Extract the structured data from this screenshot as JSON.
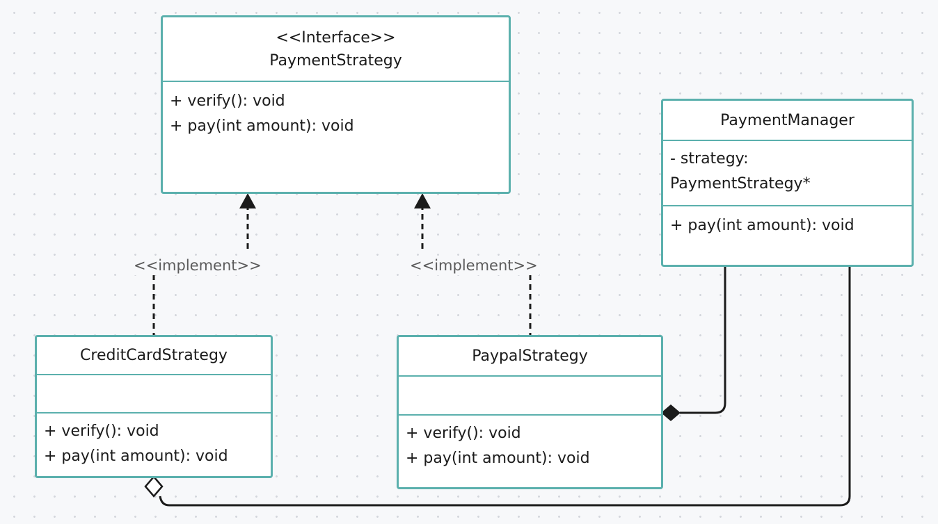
{
  "diagram": {
    "classes": {
      "payment_strategy": {
        "stereotype": "<<Interface>>",
        "name": "PaymentStrategy",
        "methods": [
          "+ verify(): void",
          "+ pay(int amount): void"
        ]
      },
      "payment_manager": {
        "name": "PaymentManager",
        "attributes": [
          "-  strategy:",
          "PaymentStrategy*"
        ],
        "methods": [
          "+ pay(int amount): void"
        ]
      },
      "credit_card_strategy": {
        "name": "CreditCardStrategy",
        "methods": [
          "+ verify(): void",
          "+ pay(int amount): void"
        ]
      },
      "paypal_strategy": {
        "name": "PaypalStrategy",
        "methods": [
          "+ verify(): void",
          "+ pay(int amount): void"
        ]
      }
    },
    "relations": {
      "credit_implements": "<<implement>>",
      "paypal_implements": "<<implement>>"
    },
    "colors": {
      "box_border": "#5bb0ad",
      "connector": "#1b1b1b",
      "label_text": "#5c5c5c",
      "background": "#f7f8fa"
    }
  }
}
